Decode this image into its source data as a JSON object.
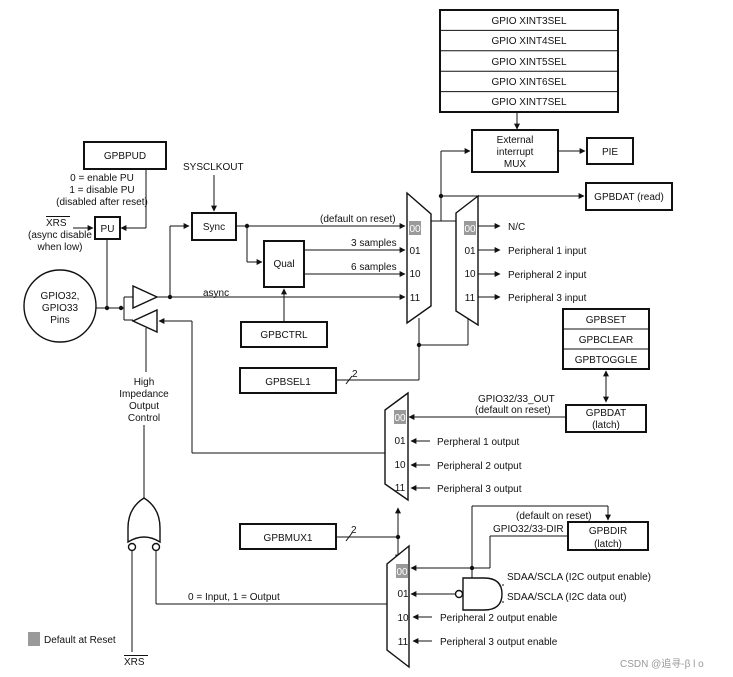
{
  "xint_sel": [
    "GPIO XINT3SEL",
    "GPIO XINT4SEL",
    "GPIO XINT5SEL",
    "GPIO XINT6SEL",
    "GPIO XINT7SEL"
  ],
  "ext_mux": [
    "External",
    "interrupt",
    "MUX"
  ],
  "pie": "PIE",
  "gpbdat_read": "GPBDAT (read)",
  "gpbpud": "GPBPUD",
  "pud_note": [
    "0 = enable PU",
    "1 = disable PU",
    "(disabled after reset)"
  ],
  "xrs": "XRS",
  "xrs_note": [
    "(async disable",
    "when low)"
  ],
  "pu": "PU",
  "pin": [
    "GPIO32,",
    "GPIO33",
    "Pins"
  ],
  "sysclkout": "SYSCLKOUT",
  "sync": "Sync",
  "qual": "Qual",
  "gpbctrl": "GPBCTRL",
  "gpbsel1": "GPBSEL1",
  "async": "async",
  "default_on_reset": "(default on reset)",
  "samples3": "3 samples",
  "samples6": "6 samples",
  "sel_codes": [
    "00",
    "01",
    "10",
    "11"
  ],
  "input_outs": [
    "N/C",
    "Peripheral 1 input",
    "Peripheral 2 input",
    "Peripheral 3 input"
  ],
  "set_regs": [
    "GPBSET",
    "GPBCLEAR",
    "GPBTOGGLE"
  ],
  "gpbdat_latch": [
    "GPBDAT",
    "(latch)"
  ],
  "out_label": [
    "GPIO32/33_OUT",
    "(default on reset)"
  ],
  "output_ins": [
    "Perpheral 1 output",
    "Peripheral 2 output",
    "Peripheral 3 output"
  ],
  "hi_z": [
    "High",
    "Impedance",
    "Output",
    "Control"
  ],
  "gpbmux1": "GPBMUX1",
  "bus_width": "2",
  "dir_label": [
    "(default on reset)",
    "GPIO32/33-DIR"
  ],
  "gpbdir_latch": [
    "GPBDIR",
    "(latch)"
  ],
  "i2c_en": "SDAA/SCLA (I2C output enable)",
  "i2c_data": "SDAA/SCLA (I2C data out)",
  "en_ins": [
    "Peripheral 2 output enable",
    "Peripheral 3 output enable"
  ],
  "dir_note": "0 = Input, 1 = Output",
  "legend": "Default at Reset",
  "watermark": "CSDN @追寻-β l o"
}
